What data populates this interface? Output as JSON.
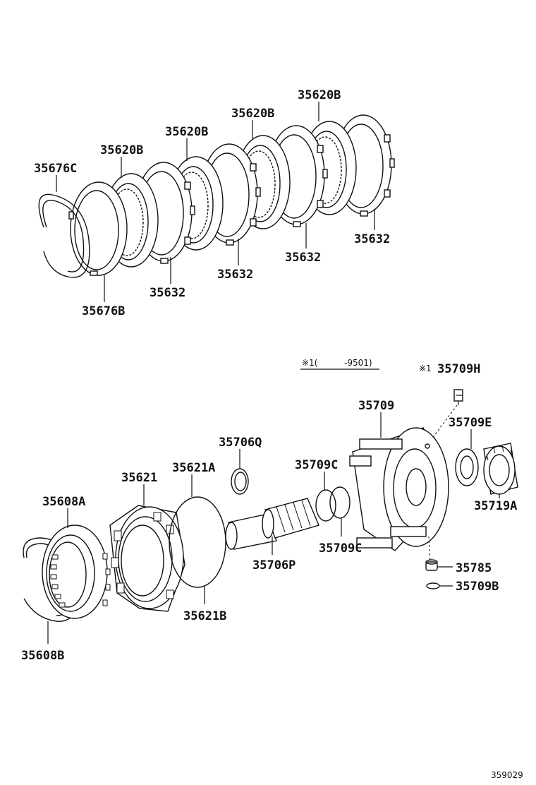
{
  "diagram": {
    "labels": {
      "p35676C": "35676C",
      "p35676B": "35676B",
      "p35620B_1": "35620B",
      "p35620B_2": "35620B",
      "p35620B_3": "35620B",
      "p35620B_4": "35620B",
      "p35632_1": "35632",
      "p35632_2": "35632",
      "p35632_3": "35632",
      "p35632_4": "35632",
      "p35608A": "35608A",
      "p35608B": "35608B",
      "p35621": "35621",
      "p35621A": "35621A",
      "p35621B": "35621B",
      "p35706Q": "35706Q",
      "p35706P": "35706P",
      "p35709C_1": "35709C",
      "p35709C_2": "35709C",
      "p35709": "35709",
      "p35709H": "35709H",
      "p35709H_mark": "※1",
      "p35709E": "35709E",
      "p35719A": "35719A",
      "p35785": "35785",
      "p35709B": "35709B"
    },
    "note": {
      "mark": "※1(",
      "range": "-9501)"
    },
    "figure_code": "359029"
  }
}
